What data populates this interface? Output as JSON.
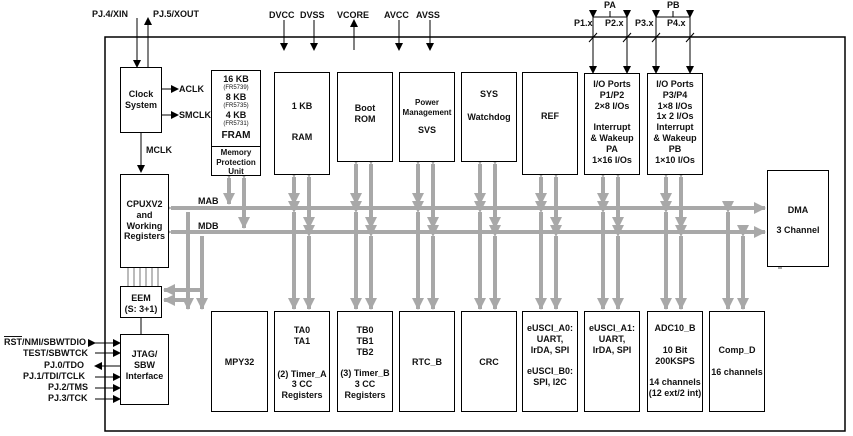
{
  "pins_top": {
    "pj4": "PJ.4/XIN",
    "pj5": "PJ.5/XOUT",
    "dvcc": "DVCC",
    "dvss": "DVSS",
    "vcore": "VCORE",
    "avcc": "AVCC",
    "avss": "AVSS",
    "pa": "PA",
    "pb": "PB",
    "p1x": "P1.x",
    "p2x": "P2.x",
    "p3x": "P3.x",
    "p4x": "P4.x"
  },
  "pins_left": {
    "rst_bar": "RST",
    "rst_rest": "/NMI/SBWTDIO",
    "test": "TEST/SBWTCK",
    "pj0": "PJ.0/TDO",
    "pj1": "PJ.1/TDI/TCLK",
    "pj2": "PJ.2/TMS",
    "pj3": "PJ.3/TCK"
  },
  "signals": {
    "aclk": "ACLK",
    "smclk": "SMCLK",
    "mclk": "MCLK",
    "mab": "MAB",
    "mdb": "MDB"
  },
  "blocks": {
    "clock": [
      "Clock",
      "System"
    ],
    "fram": {
      "l1": "16 KB",
      "s1": "(FR5739)",
      "l2": "8 KB",
      "s2": "(FR5735)",
      "l3": "4 KB",
      "s3": "(FR5731)",
      "name": "FRAM"
    },
    "mpu": [
      "Memory",
      "Protection",
      "Unit"
    ],
    "ram": [
      "1 KB",
      "RAM"
    ],
    "boot": [
      "Boot",
      "ROM"
    ],
    "pmm": [
      "Power",
      "Management",
      "SVS"
    ],
    "sys": [
      "SYS",
      "Watchdog"
    ],
    "ref": "REF",
    "ioa": [
      "I/O Ports",
      "P1/P2",
      "2×8 I/Os",
      "",
      "Interrupt",
      "& Wakeup",
      "PA",
      "1×16 I/Os"
    ],
    "iob": [
      "I/O Ports",
      "P3/P4",
      "1×8 I/Os",
      "1x 2 I/Os",
      "Interrupt",
      "& Wakeup",
      "PB",
      "1×10 I/Os"
    ],
    "cpu": [
      "CPUXV2",
      "and",
      "Working",
      "Registers"
    ],
    "dma": [
      "DMA",
      "3 Channel"
    ],
    "eem": [
      "EEM",
      "(S: 3+1)"
    ],
    "jtag": [
      "JTAG/",
      "SBW",
      "Interface"
    ],
    "mpy": "MPY32",
    "ta": [
      "TA0",
      "TA1",
      "",
      "(2) Timer_A",
      "3 CC",
      "Registers"
    ],
    "tb": [
      "TB0",
      "TB1",
      "TB2",
      "",
      "(3) Timer_B",
      "3 CC",
      "Registers"
    ],
    "rtc": "RTC_B",
    "crc": "CRC",
    "usci_a0": [
      "eUSCI_A0:",
      "UART,",
      "IrDA, SPI",
      "",
      "eUSCI_B0:",
      "SPI, I2C"
    ],
    "usci_a1": [
      "eUSCI_A1:",
      "UART,",
      "IrDA, SPI"
    ],
    "adc": [
      "ADC10_B",
      "",
      "10 Bit",
      "200KSPS",
      "",
      "14 channels",
      "(12 ext/2 int)"
    ],
    "comp": [
      "Comp_D",
      "",
      "16 channels"
    ]
  }
}
